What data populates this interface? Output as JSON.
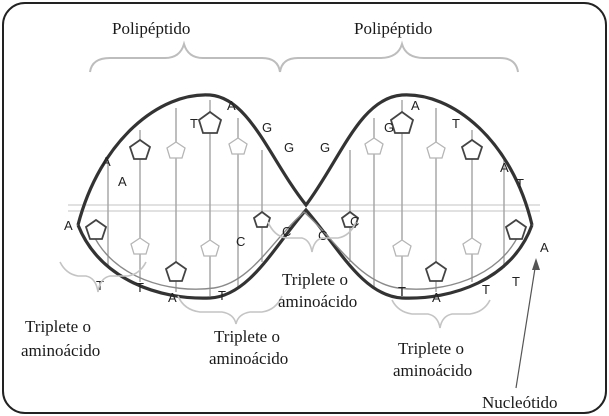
{
  "labels": {
    "polipeptido_left": "Polipéptido",
    "polipeptido_right": "Polipéptido",
    "triplete_center_l1": "Triplete o",
    "triplete_center_l2": "aminoácido",
    "triplete_left_l1": "Triplete o",
    "triplete_left_l2": "aminoácido",
    "triplete_midleft_l1": "Triplete o",
    "triplete_midleft_l2": "aminoácido",
    "triplete_right_l1": "Triplete o",
    "triplete_right_l2": "aminoácido",
    "nucleotido": "Nucleótido"
  },
  "bases": {
    "top_left": [
      "T",
      "A",
      "G"
    ],
    "center_top": [
      "G",
      "G"
    ],
    "top_right": [
      "G",
      "A",
      "T"
    ],
    "left_side": [
      "A",
      "A",
      "A"
    ],
    "right_side": [
      "A",
      "T",
      "A"
    ],
    "center_bottom": [
      "C",
      "C",
      "C",
      "C"
    ],
    "bottom_left": [
      "T",
      "T",
      "A",
      "T"
    ],
    "bottom_right": [
      "T",
      "A",
      "T",
      "T"
    ]
  },
  "colors": {
    "frame": "#222222",
    "strand": "#3a3a3a",
    "rung": "#9a9a9a",
    "text": "#1a1a1a"
  }
}
